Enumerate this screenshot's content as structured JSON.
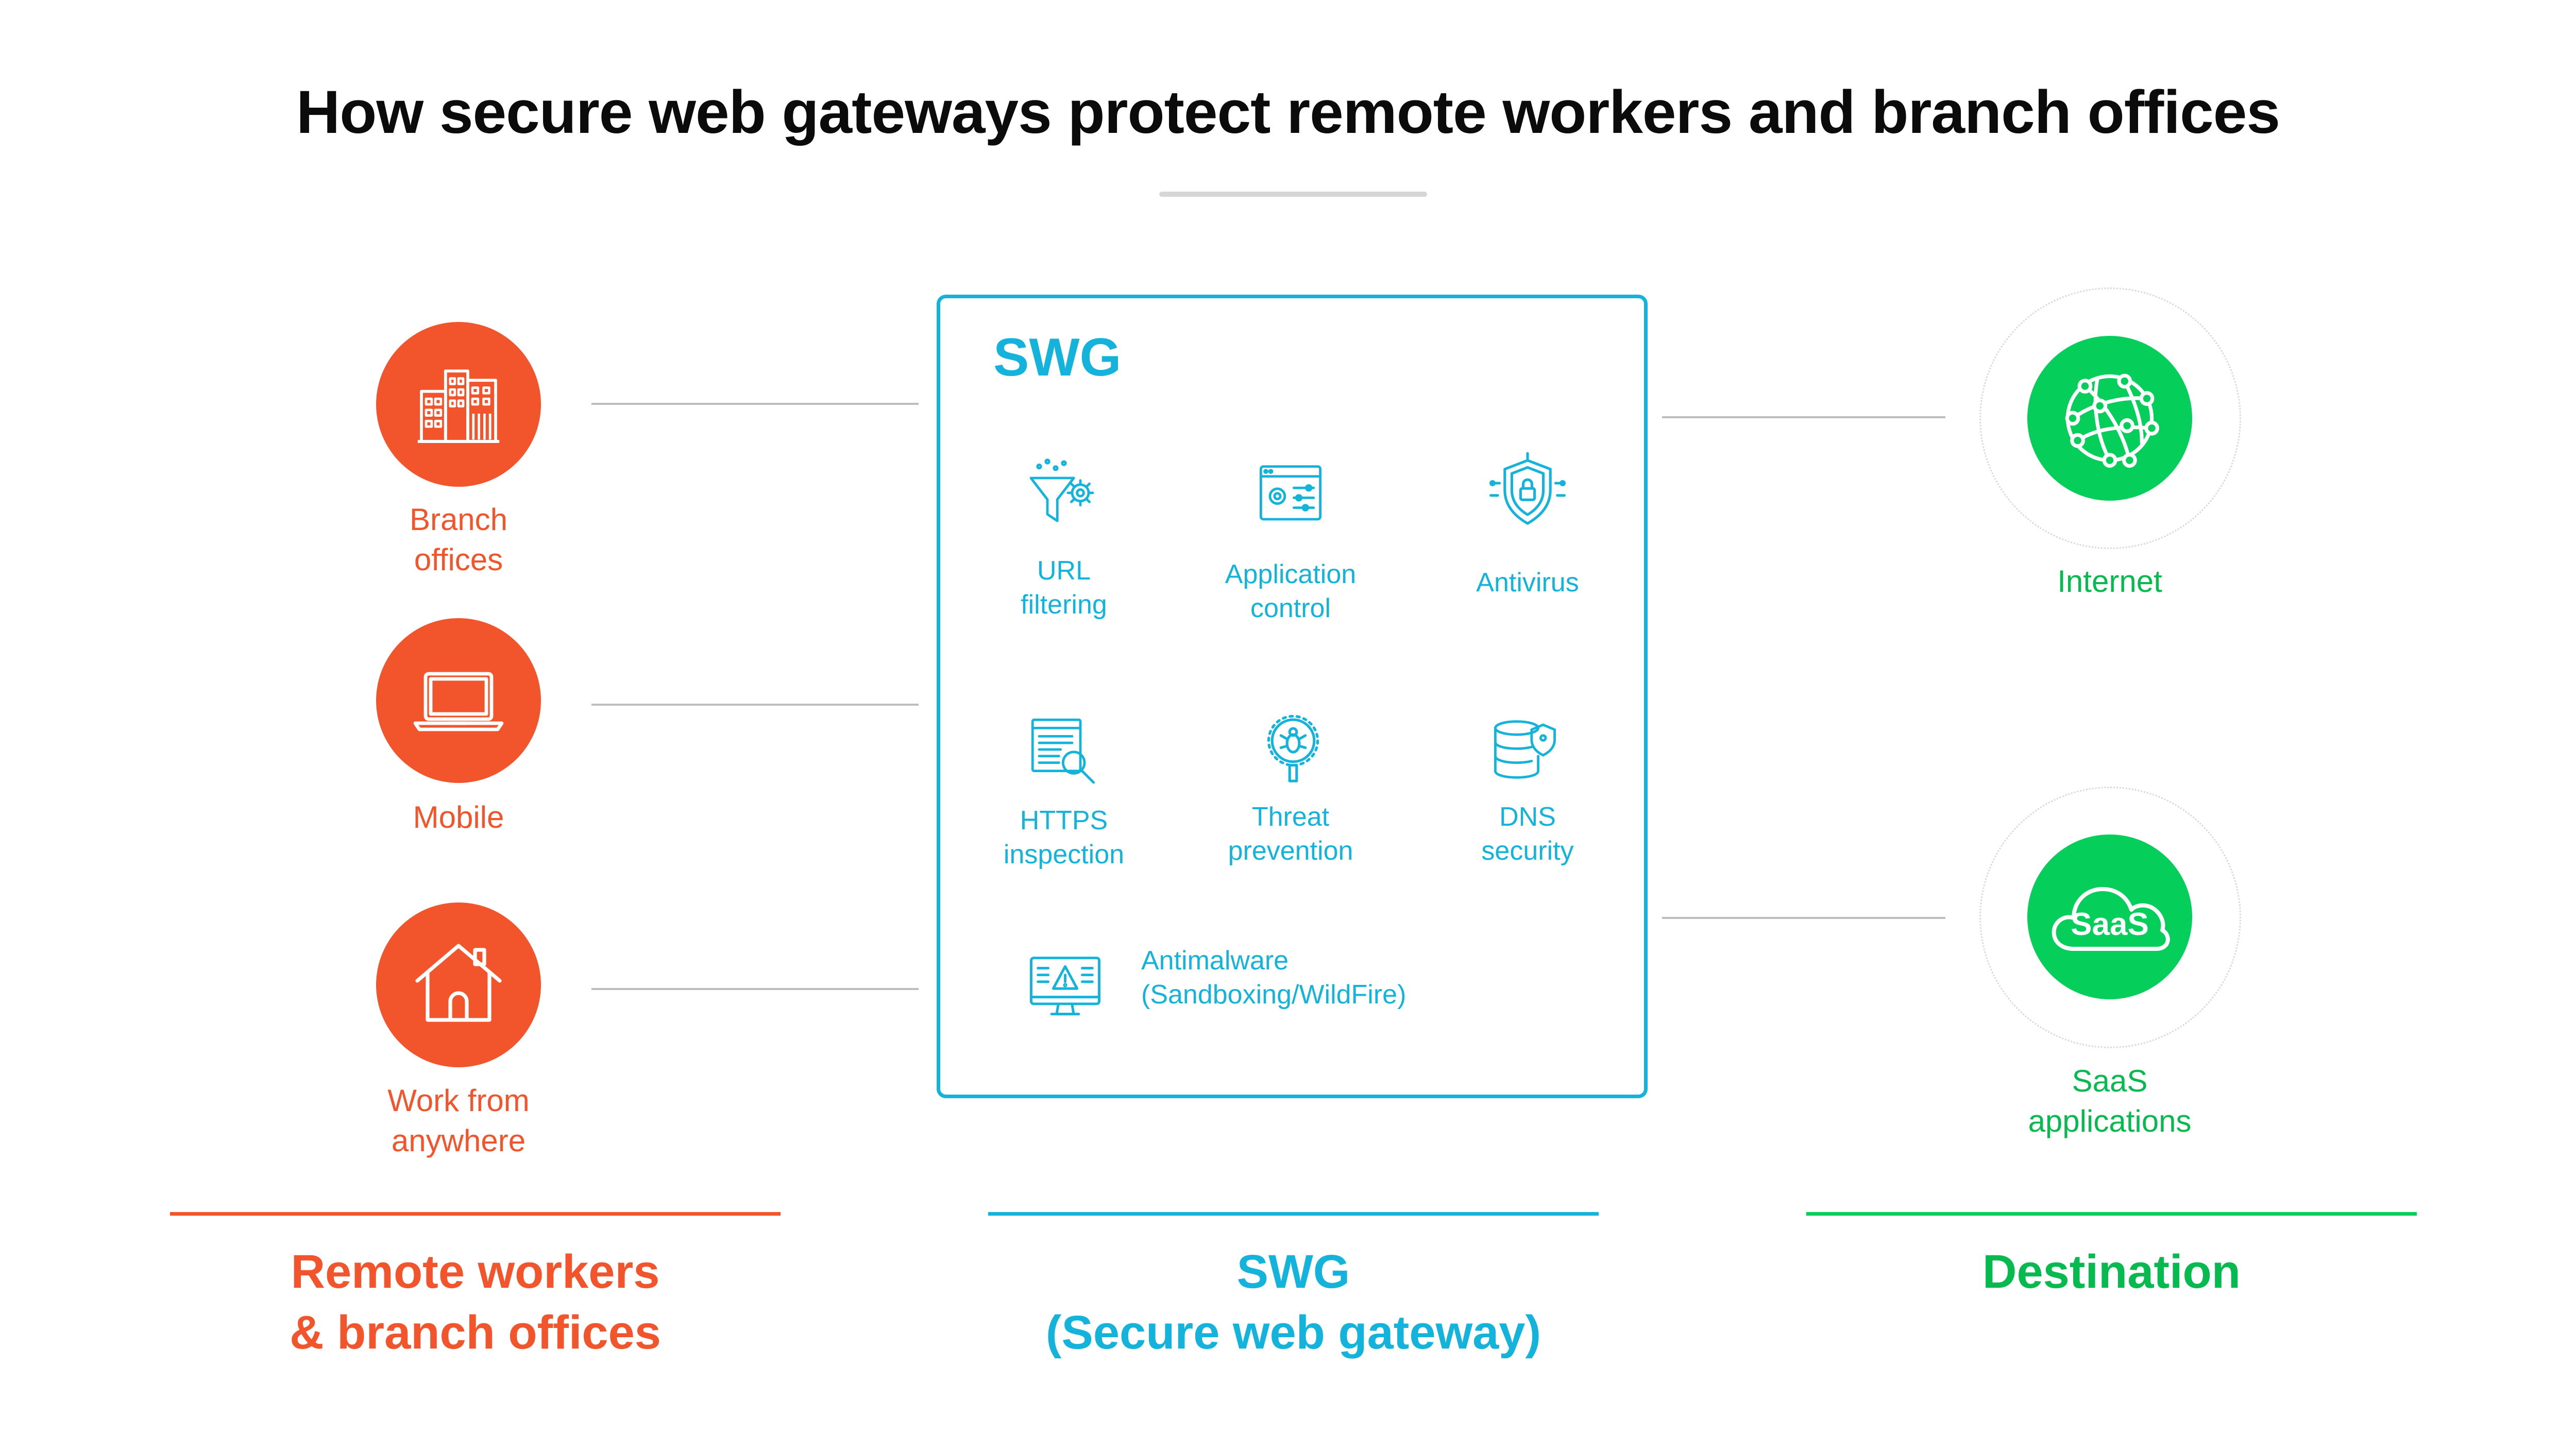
{
  "title": "How secure web gateways protect remote workers and branch offices",
  "colors": {
    "orange": "#f2552c",
    "blue": "#13b3dc",
    "green": "#06ce5a",
    "text": "#0b0b0b"
  },
  "sources": [
    {
      "line1": "Branch",
      "line2": "offices",
      "icon": "office-building-icon"
    },
    {
      "line1": "Mobile",
      "line2": "",
      "icon": "laptop-icon"
    },
    {
      "line1": "Work from",
      "line2": "anywhere",
      "icon": "house-icon"
    }
  ],
  "swg": {
    "heading": "SWG",
    "features": [
      {
        "line1": "URL",
        "line2": "filtering",
        "icon": "funnel-gear-icon"
      },
      {
        "line1": "Application",
        "line2": "control",
        "icon": "window-sliders-icon"
      },
      {
        "line1": "Antivirus",
        "line2": "",
        "icon": "shield-lock-icon"
      },
      {
        "line1": "HTTPS",
        "line2": "inspection",
        "icon": "document-magnifier-icon"
      },
      {
        "line1": "Threat",
        "line2": "prevention",
        "icon": "bug-magnifier-icon"
      },
      {
        "line1": "DNS",
        "line2": "security",
        "icon": "database-shield-icon"
      },
      {
        "line1": "Antimalware",
        "line2": "(Sandboxing/WildFire)",
        "icon": "monitor-warning-icon"
      }
    ]
  },
  "destinations": [
    {
      "line1": "Internet",
      "line2": "",
      "icon": "globe-network-icon"
    },
    {
      "line1": "SaaS",
      "line2": "applications",
      "icon": "saas-cloud-icon",
      "cloud_text": "SaaS"
    }
  ],
  "columns": [
    {
      "line1": "Remote workers",
      "line2": "& branch offices"
    },
    {
      "line1": "SWG",
      "line2": "(Secure web gateway)"
    },
    {
      "line1": "Destination",
      "line2": ""
    }
  ]
}
